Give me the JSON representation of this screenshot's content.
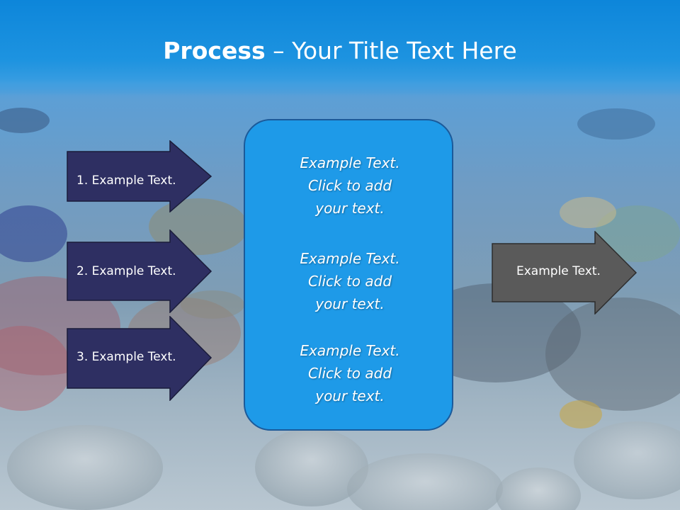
{
  "slide": {
    "title_bold": "Process",
    "title_rest": " – Your Title Text Here",
    "left_arrows": [
      {
        "label": "1. Example Text."
      },
      {
        "label": "2. Example Text."
      },
      {
        "label": "3. Example Text."
      }
    ],
    "center_box": {
      "paragraphs": [
        {
          "lines": [
            "Example Text.",
            "Click  to add",
            "your text."
          ]
        },
        {
          "lines": [
            "Example Text.",
            "Click  to add",
            "your text."
          ]
        },
        {
          "lines": [
            "Example Text.",
            "Click  to add",
            "your text."
          ]
        }
      ]
    },
    "right_arrow": {
      "label": "Example Text."
    }
  },
  "colors": {
    "title_band": "#1a8fdc",
    "left_arrow_fill": "#2e2f62",
    "center_box_fill": "#1e9ae8",
    "right_arrow_fill": "#5a5a5a"
  },
  "background": {
    "image": "underwater-coral-reef-photo"
  }
}
